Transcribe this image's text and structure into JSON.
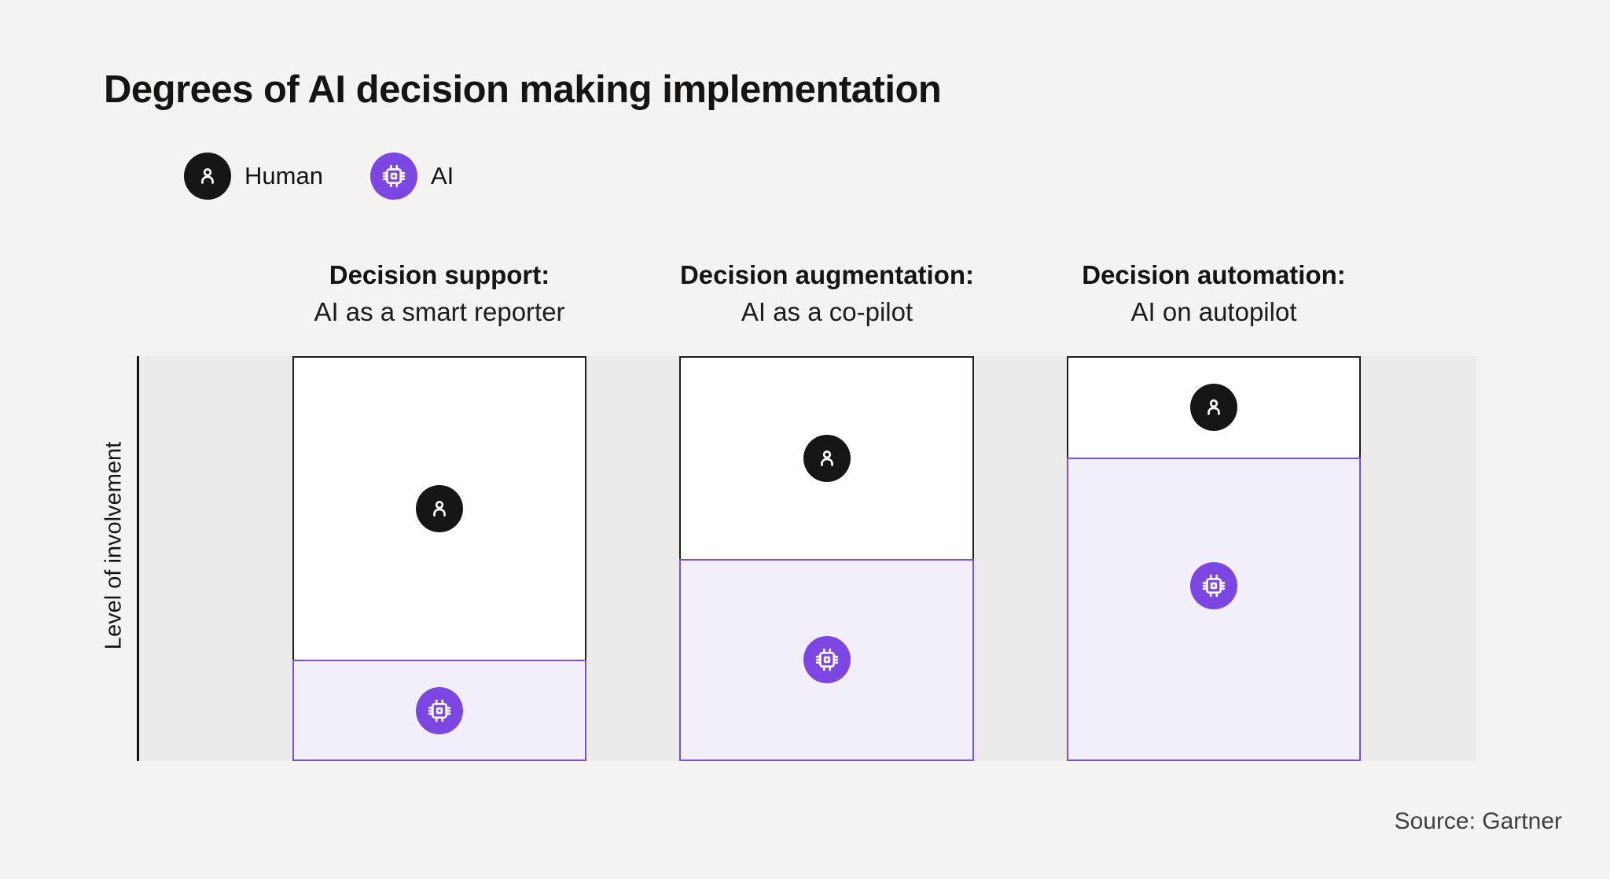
{
  "title": "Degrees of AI decision making implementation",
  "legend": {
    "human": {
      "label": "Human",
      "icon": "person-icon"
    },
    "ai": {
      "label": "AI",
      "icon": "chip-icon"
    }
  },
  "columns": [
    {
      "title": "Decision support:",
      "subtitle": "AI as a smart reporter"
    },
    {
      "title": "Decision augmentation:",
      "subtitle": "AI as a co-pilot"
    },
    {
      "title": "Decision automation:",
      "subtitle": "AI on autopilot"
    }
  ],
  "axis": {
    "y_label": "Level of involvement"
  },
  "source": "Source: Gartner",
  "colors": {
    "accent_purple": "#7B46E1",
    "purple_border": "#7D4FE0",
    "purple_fill": "#F2EFFB",
    "ink_black": "#161616",
    "page_bg": "#F4F3F2",
    "band_bg": "#ECEBEA"
  },
  "chart_data": {
    "type": "bar",
    "stacked": true,
    "title": "Degrees of AI decision making implementation",
    "categories": [
      "Decision support: AI as a smart reporter",
      "Decision augmentation: AI as a co-pilot",
      "Decision automation: AI on autopilot"
    ],
    "series": [
      {
        "name": "Human",
        "values": [
          75,
          50,
          25
        ]
      },
      {
        "name": "AI",
        "values": [
          25,
          50,
          75
        ]
      }
    ],
    "ylabel": "Level of involvement",
    "ylim": [
      0,
      100
    ],
    "grid": false,
    "legend_position": "top-left",
    "annotation": "Source: Gartner"
  }
}
